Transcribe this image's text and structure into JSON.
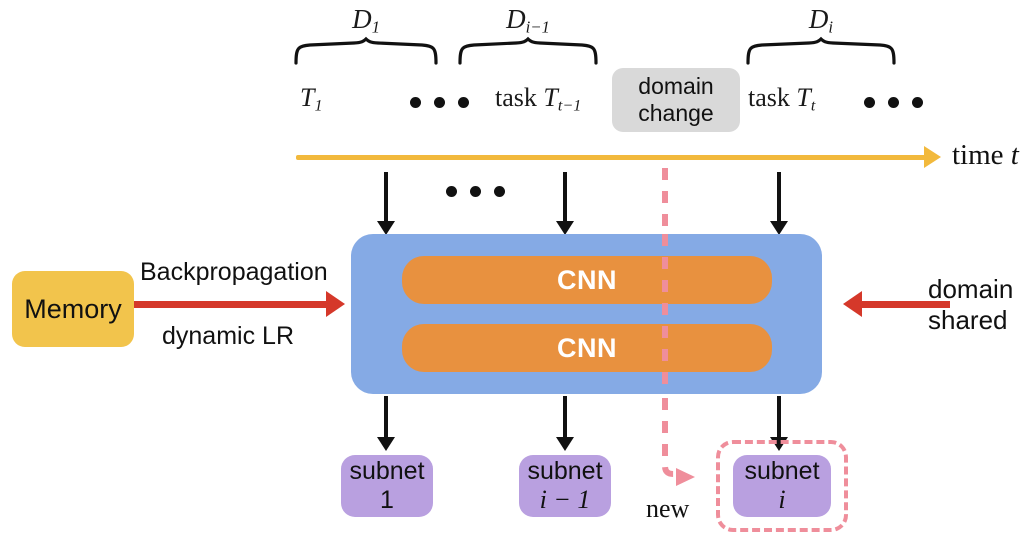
{
  "figure": {
    "title": "Continual learning architecture with domain change and task subnets",
    "colors": {
      "block_blue": "#85aae5",
      "cnn_orange": "#e8913f",
      "memory_yellow": "#f2c44c",
      "subnet_purple": "#b9a0e0",
      "time_axis_yellow": "#f2b93c",
      "chip_gray": "#d9d9d9",
      "new_pink": "#ef8e9b",
      "red_arrow": "#d5382a",
      "arrow_black": "#111111"
    }
  },
  "datasets": [
    {
      "name": "dataset-1",
      "label_main": "D",
      "label_sub": "1"
    },
    {
      "name": "dataset-i-1",
      "label_main": "D",
      "label_sub": "i−1"
    },
    {
      "name": "dataset-i",
      "label_main": "D",
      "label_sub": "i"
    }
  ],
  "tasks": [
    {
      "name": "task-1",
      "prefix": "",
      "symbol": "T",
      "sub": "1"
    },
    {
      "name": "task-t-1",
      "prefix": "task ",
      "symbol": "T",
      "sub": "t−1"
    },
    {
      "name": "task-t",
      "prefix": "task ",
      "symbol": "T",
      "sub": "t"
    }
  ],
  "domain_change": {
    "line1": "domain",
    "line2": "change"
  },
  "time_axis": {
    "label_text": "time ",
    "label_var": "t"
  },
  "model": {
    "cnn_blocks": [
      {
        "label": "CNN"
      },
      {
        "label": "CNN"
      }
    ]
  },
  "memory": {
    "label": "Memory"
  },
  "backprop": {
    "line1": "Backpropagation",
    "line2": "dynamic LR"
  },
  "domain_shared": {
    "line1": "domain",
    "line2": "shared"
  },
  "subnets": [
    {
      "name": "subnet-1",
      "line1": "subnet",
      "line2": "1",
      "line2_italic": false,
      "new": false
    },
    {
      "name": "subnet-i-1",
      "line1": "subnet",
      "line2": "i − 1",
      "line2_italic": true,
      "new": false
    },
    {
      "name": "subnet-i",
      "line1": "subnet",
      "line2": "i",
      "line2_italic": true,
      "new": true
    }
  ],
  "new_marker": {
    "label": "new"
  },
  "ellipses": [
    {
      "name": "ellipsis-tasks-top",
      "count": 3
    },
    {
      "name": "ellipsis-tasks-right",
      "count": 3
    },
    {
      "name": "ellipsis-inputs",
      "count": 3
    }
  ]
}
